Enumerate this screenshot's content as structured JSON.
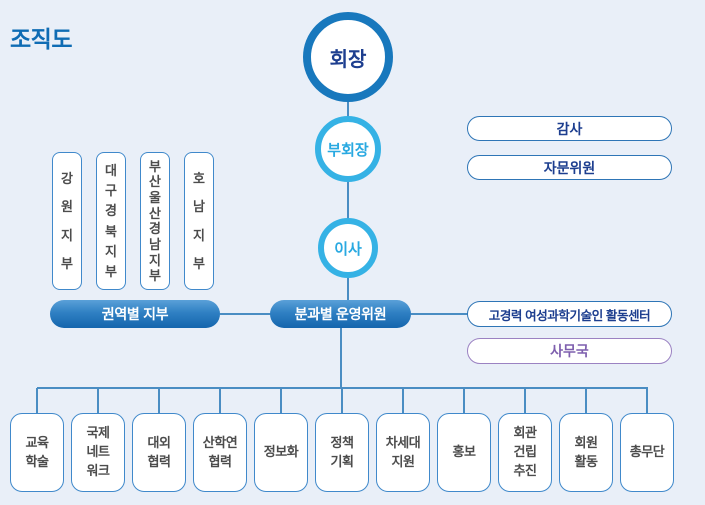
{
  "page": {
    "title": "조직도"
  },
  "hierarchy": {
    "chairman": "회장",
    "vice_chairman": "부회장",
    "director": "이사"
  },
  "right_top": {
    "audit": "감사",
    "advisory": "자문위원"
  },
  "regional": {
    "group_label": "권역별 지부",
    "branches": [
      "강원지부",
      "대구경북지부",
      "부산울산경남지부",
      "호남지부"
    ]
  },
  "committee": {
    "group_label": "분과별 운영위원",
    "divisions": [
      "교육\n학술",
      "국제\n네트\n워크",
      "대외\n협력",
      "산학연\n협력",
      "정보화",
      "정책\n기획",
      "차세대\n지원",
      "홍보",
      "회관\n건립\n추진",
      "회원\n활동",
      "총무단"
    ]
  },
  "right_mid": {
    "activity_center": "고경력 여성과학기술인 활동센터",
    "secretariat": "사무국"
  },
  "colors": {
    "background": "#e9eff8",
    "title_blue": "#0f6cb4",
    "chairman_ring": "#1878bd",
    "light_blue_ring": "#35b2e5",
    "navy_text": "#1d3e8f",
    "pill_gradient_top": "#5aa0d8",
    "pill_gradient_bottom": "#1565ad",
    "connector_blue": "#4a8dc3",
    "box_border_blue": "#4089cb",
    "box_text_gray": "#4c4c4c",
    "secretariat_purple_border": "#9b82c2",
    "secretariat_purple_text": "#7e5fae"
  }
}
